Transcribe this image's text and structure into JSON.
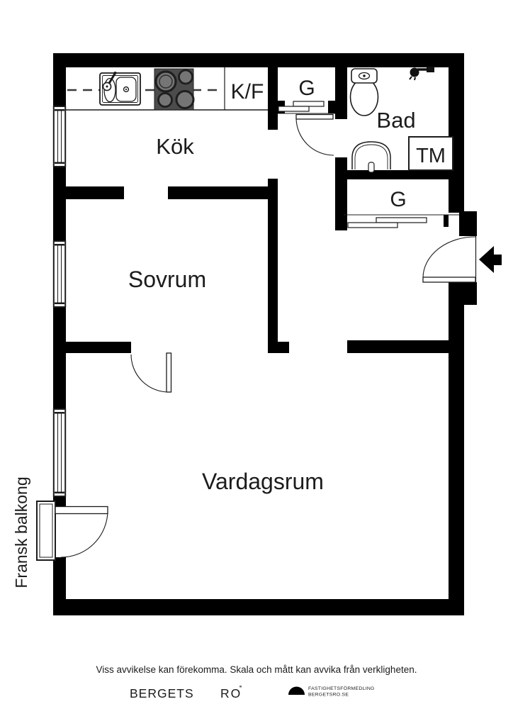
{
  "labels": {
    "kok": "Kök",
    "kf": "K/F",
    "g_upper": "G",
    "bad": "Bad",
    "tm": "TM",
    "g_lower": "G",
    "sovrum": "Sovrum",
    "vardagsrum": "Vardagsrum",
    "balcony": "Fransk balkong"
  },
  "footer": {
    "disclaimer": "Viss avvikelse kan förekomma. Skala och mått kan avvika från verkligheten.",
    "brand_word_1": "BERGETS",
    "brand_word_2": "RO",
    "logo_line_1": "FASTIGHETSFÖRMEDLING",
    "logo_line_2": "BERGETSRO.SE"
  },
  "colors": {
    "wall": "#000000",
    "stove": "#4c4c4c",
    "burner": "#757575",
    "line": "#1c1c1c"
  }
}
